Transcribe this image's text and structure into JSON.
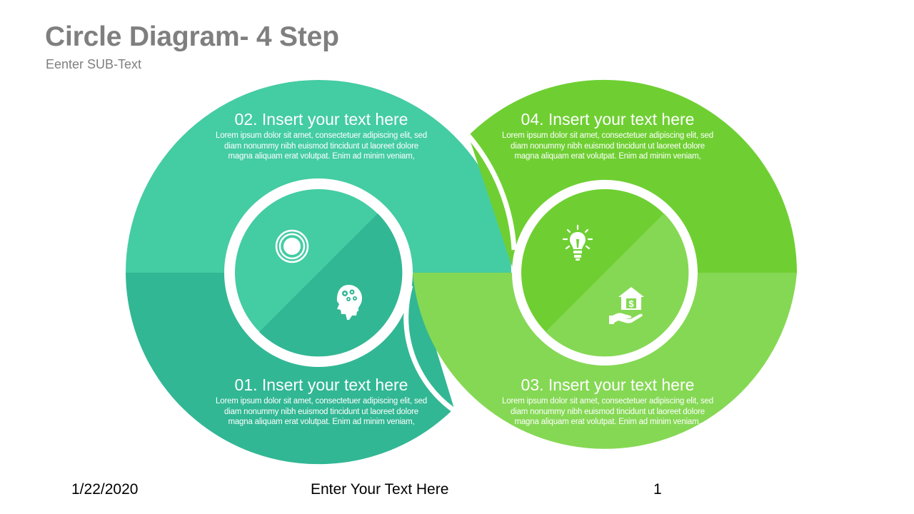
{
  "slide": {
    "title": "Circle Diagram- 4 Step",
    "subtitle": "Eenter SUB-Text"
  },
  "steps": [
    {
      "heading": "01. Insert your text here",
      "body": "Lorem ipsum dolor sit amet, consectetuer adipiscing elit, sed diam nonummy nibh euismod tincidunt ut laoreet dolore magna aliquam erat volutpat. Enim ad minim veniam,",
      "color": "#31b794",
      "icon": "head-gears-icon"
    },
    {
      "heading": "02. Insert your text here",
      "body": "Lorem ipsum dolor sit amet, consectetuer adipiscing elit, sed diam nonummy nibh euismod tincidunt ut laoreet dolore magna aliquam erat volutpat. Enim ad minim veniam,",
      "color": "#44cca3",
      "icon": "target-icon"
    },
    {
      "heading": "03. Insert your text here",
      "body": "Lorem ipsum dolor sit amet, consectetuer adipiscing elit, sed diam nonummy nibh euismod tincidunt ut laoreet dolore magna aliquam erat volutpat. Enim ad minim veniam,",
      "color": "#85d854",
      "icon": "house-hand-dollar-icon"
    },
    {
      "heading": "04. Insert your text here",
      "body": "Lorem ipsum dolor sit amet, consectetuer adipiscing elit, sed diam nonummy nibh euismod tincidunt ut laoreet dolore magna aliquam erat volutpat. Enim ad minim veniam,",
      "color": "#6fcf32",
      "icon": "lightbulb-icon"
    }
  ],
  "footer": {
    "date": "1/22/2020",
    "center_text": "Enter Your Text Here",
    "page_number": "1"
  }
}
